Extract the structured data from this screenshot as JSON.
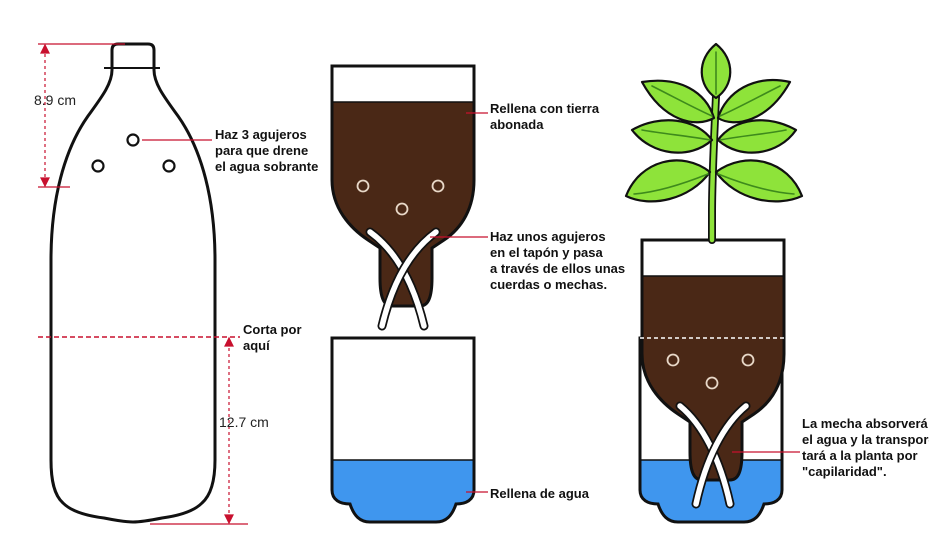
{
  "colors": {
    "outline": "#111111",
    "soil": "#4a2816",
    "water": "#3f96ee",
    "leaf": "#8ee33a",
    "leaf_vein": "#3e8a1c",
    "measure": "#c8102e",
    "wick": "#ffffff"
  },
  "measurements": {
    "top": "8.9 cm",
    "bottom": "12.7 cm"
  },
  "annotations": {
    "holes": [
      "Haz 3 agujeros",
      "para que drene",
      "el agua sobrante"
    ],
    "cut": [
      "Corta por",
      "aquí"
    ],
    "soil": [
      "Rellena con tierra",
      "abonada"
    ],
    "wick_holes": [
      "Haz unos agujeros",
      "en el tapón y pasa",
      "a través de ellos unas",
      "cuerdas o mechas."
    ],
    "water": [
      "Rellena de agua"
    ],
    "capillarity": [
      "La mecha absorverá",
      "el agua y la transpor-",
      "tará a la planta por",
      "\"capilaridad\"."
    ]
  }
}
